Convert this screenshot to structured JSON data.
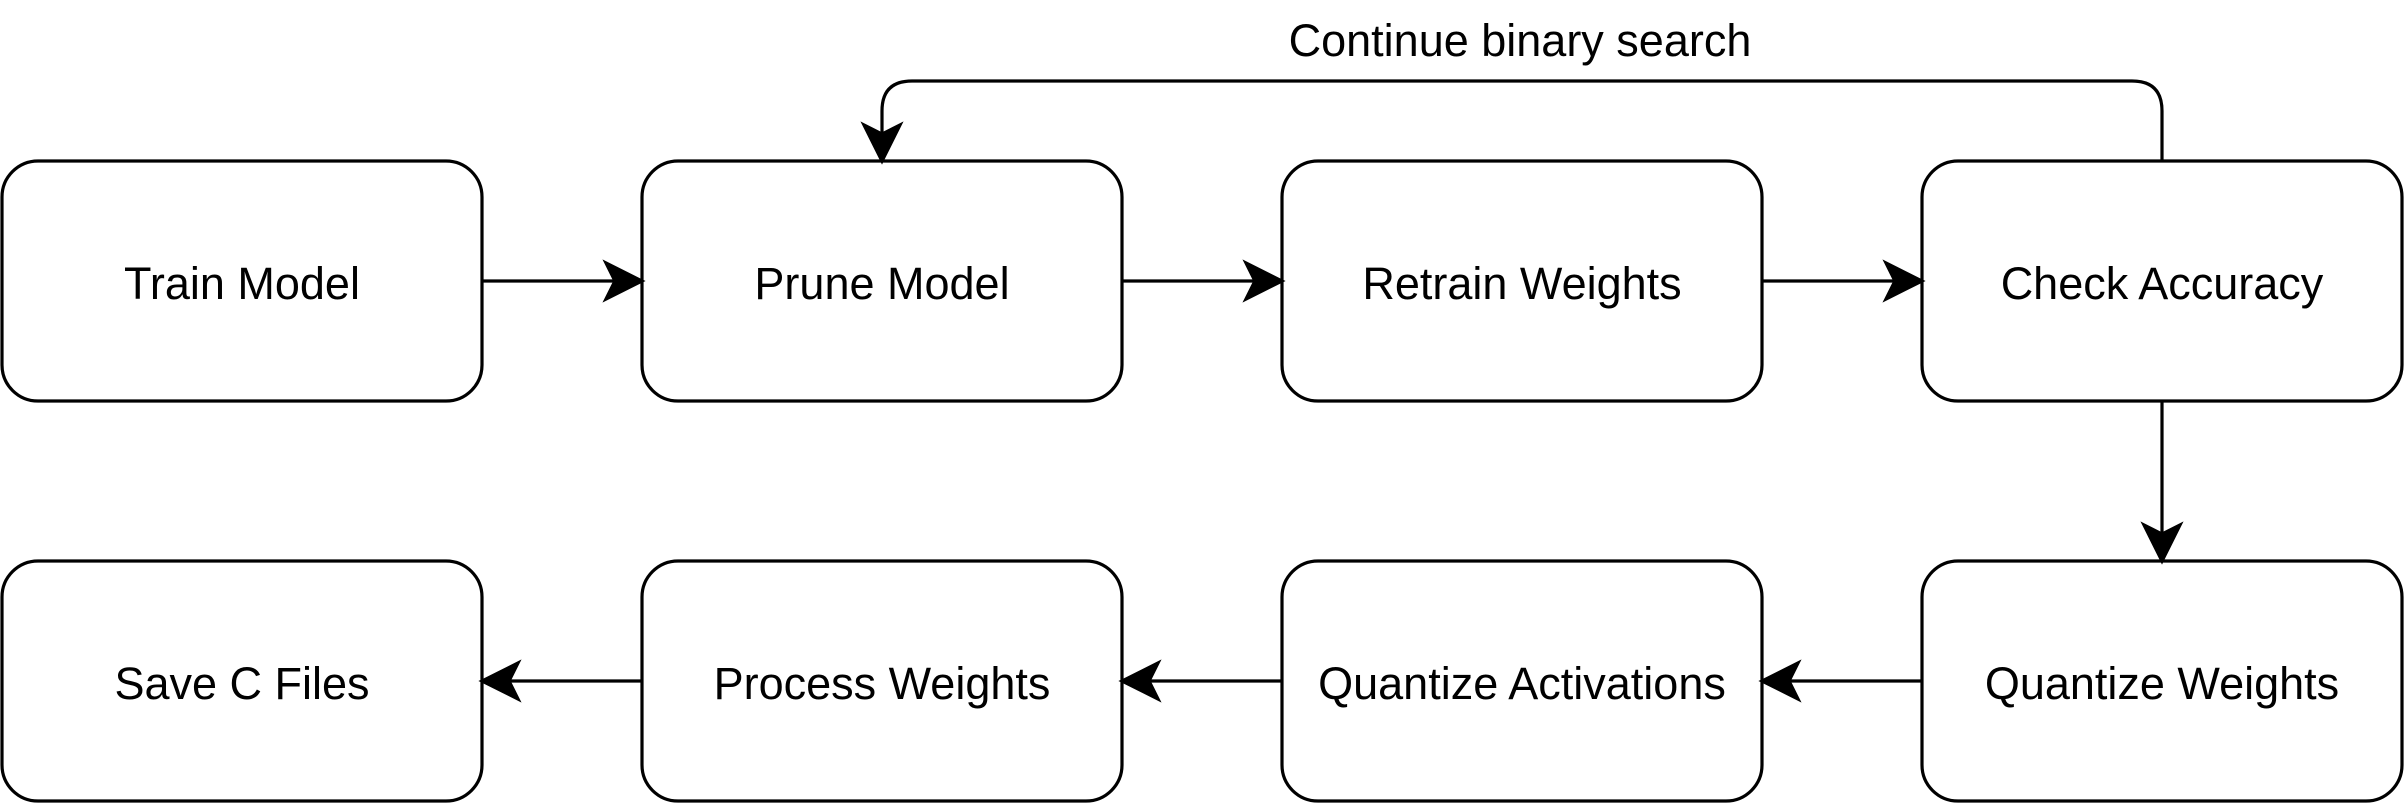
{
  "diagram": {
    "nodes": {
      "train_model": "Train Model",
      "prune_model": "Prune Model",
      "retrain_weights": "Retrain Weights",
      "check_accuracy": "Check Accuracy",
      "quantize_weights": "Quantize Weights",
      "quantize_activations": "Quantize Activations",
      "process_weights": "Process Weights",
      "save_c_files": "Save C Files"
    },
    "edges": [
      {
        "from": "train_model",
        "to": "prune_model",
        "label": ""
      },
      {
        "from": "prune_model",
        "to": "retrain_weights",
        "label": ""
      },
      {
        "from": "retrain_weights",
        "to": "check_accuracy",
        "label": ""
      },
      {
        "from": "check_accuracy",
        "to": "prune_model",
        "label": "Continue binary search"
      },
      {
        "from": "check_accuracy",
        "to": "quantize_weights",
        "label": ""
      },
      {
        "from": "quantize_weights",
        "to": "quantize_activations",
        "label": ""
      },
      {
        "from": "quantize_activations",
        "to": "process_weights",
        "label": ""
      },
      {
        "from": "process_weights",
        "to": "save_c_files",
        "label": ""
      }
    ],
    "loop_label": "Continue binary search",
    "colors": {
      "stroke": "#000000",
      "fill": "#ffffff",
      "text": "#000000"
    }
  }
}
